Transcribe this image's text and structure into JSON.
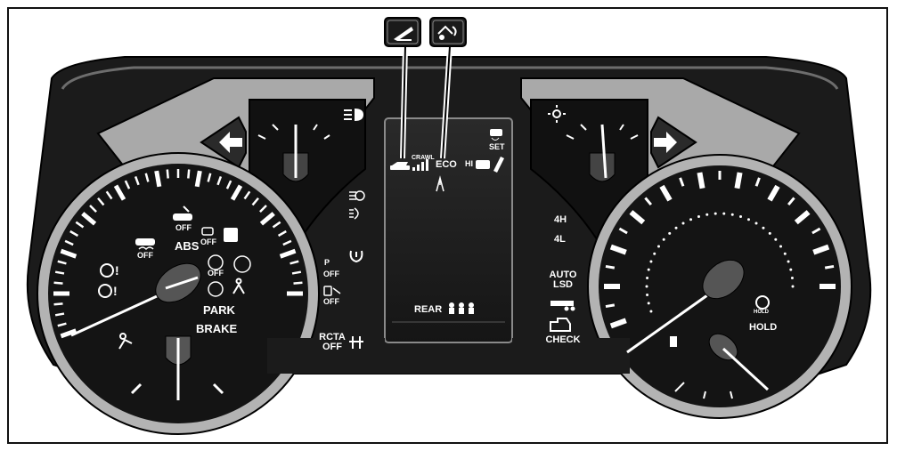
{
  "callouts": [
    {
      "icon": "crawl-control-icon"
    },
    {
      "icon": "drive-start-control-icon"
    }
  ],
  "left_cluster": {
    "stability_off": "OFF",
    "abs": "ABS",
    "trac_off": "OFF",
    "snow_off": "OFF",
    "auto_hold_off": "OFF",
    "park": "PARK",
    "brake": "BRAKE"
  },
  "center_column": {
    "pcs_off": "OFF",
    "pcs_label": "P",
    "bsm_off": "OFF",
    "rcta": "RCTA",
    "rcta_off": "OFF"
  },
  "display": {
    "crawl": "CRAWL",
    "eco": "ECO",
    "set": "SET",
    "hi": "HI",
    "rear": "REAR"
  },
  "right_column": {
    "four_h": "4H",
    "four_l": "4L",
    "auto": "AUTO",
    "lsd": "LSD",
    "check": "CHECK"
  },
  "right_cluster": {
    "hold_small": "HOLD",
    "hold": "HOLD"
  }
}
